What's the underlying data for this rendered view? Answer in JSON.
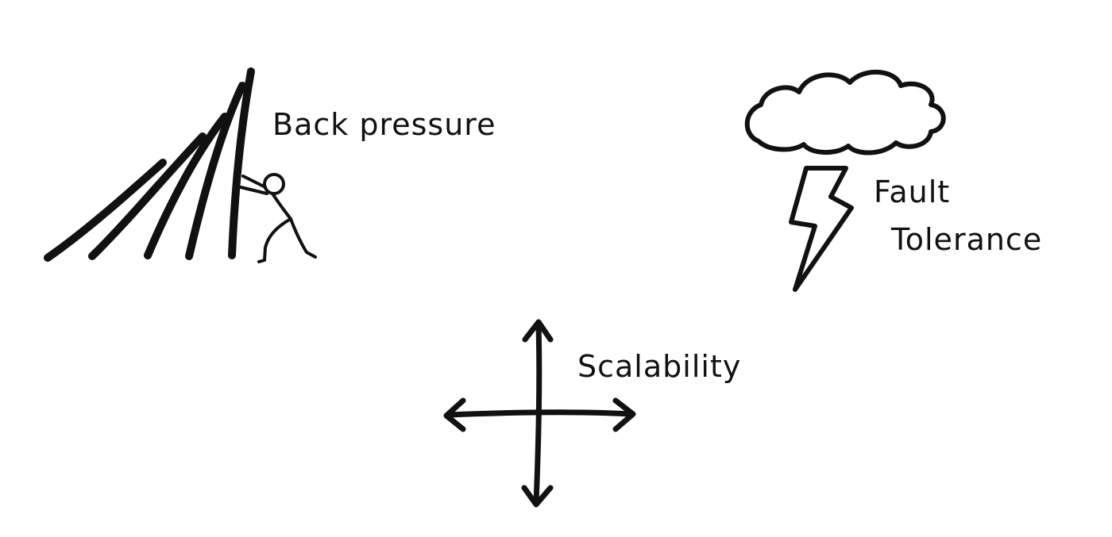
{
  "concepts": {
    "back_pressure": {
      "label": "Back pressure",
      "icon": "pushing-stick-figure-icon"
    },
    "fault_tolerance": {
      "label_line1": "Fault",
      "label_line2": "Tolerance",
      "icon": "storm-cloud-lightning-icon"
    },
    "scalability": {
      "label": "Scalability",
      "icon": "four-way-arrows-icon"
    }
  },
  "colors": {
    "ink": "#111111",
    "background": "#ffffff"
  }
}
